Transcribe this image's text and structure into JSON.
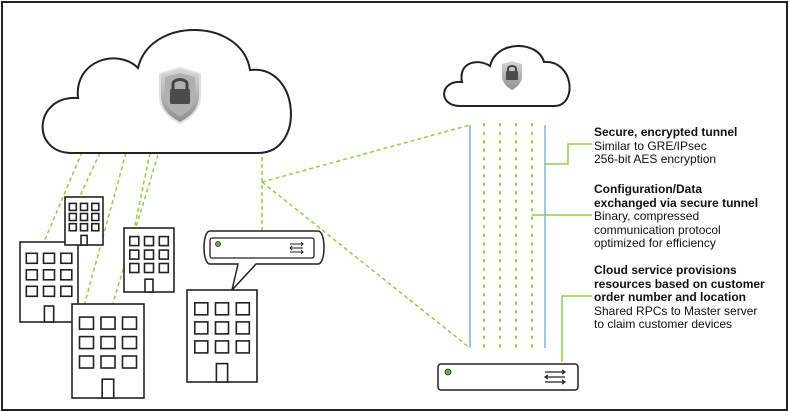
{
  "annotations": [
    {
      "title": [
        "Secure, encrypted tunnel"
      ],
      "details": [
        "Similar to GRE/IPsec",
        "256-bit AES encryption"
      ]
    },
    {
      "title": [
        "Configuration/Data",
        "exchanged via secure tunnel"
      ],
      "details": [
        "Binary, compressed",
        "communication protocol",
        "optimized for efficiency"
      ]
    },
    {
      "title": [
        "Cloud service provisions",
        "resources based on customer",
        "order number and location"
      ],
      "details": [
        "Shared RPCs to Master server",
        "to claim customer devices"
      ]
    }
  ],
  "colors": {
    "connector": "#8cd04a",
    "tunnel_wall": "#7fb3dc",
    "led": "#5ab43c",
    "outline": "#222222",
    "shield": "#9a9a9a"
  },
  "icons": {
    "cloud_large": "cloud-icon",
    "cloud_small": "cloud-icon",
    "lock": "shield-lock-icon",
    "device": "network-appliance-icon",
    "building": "office-building-icon",
    "arrows": "bidirectional-arrows-icon"
  }
}
